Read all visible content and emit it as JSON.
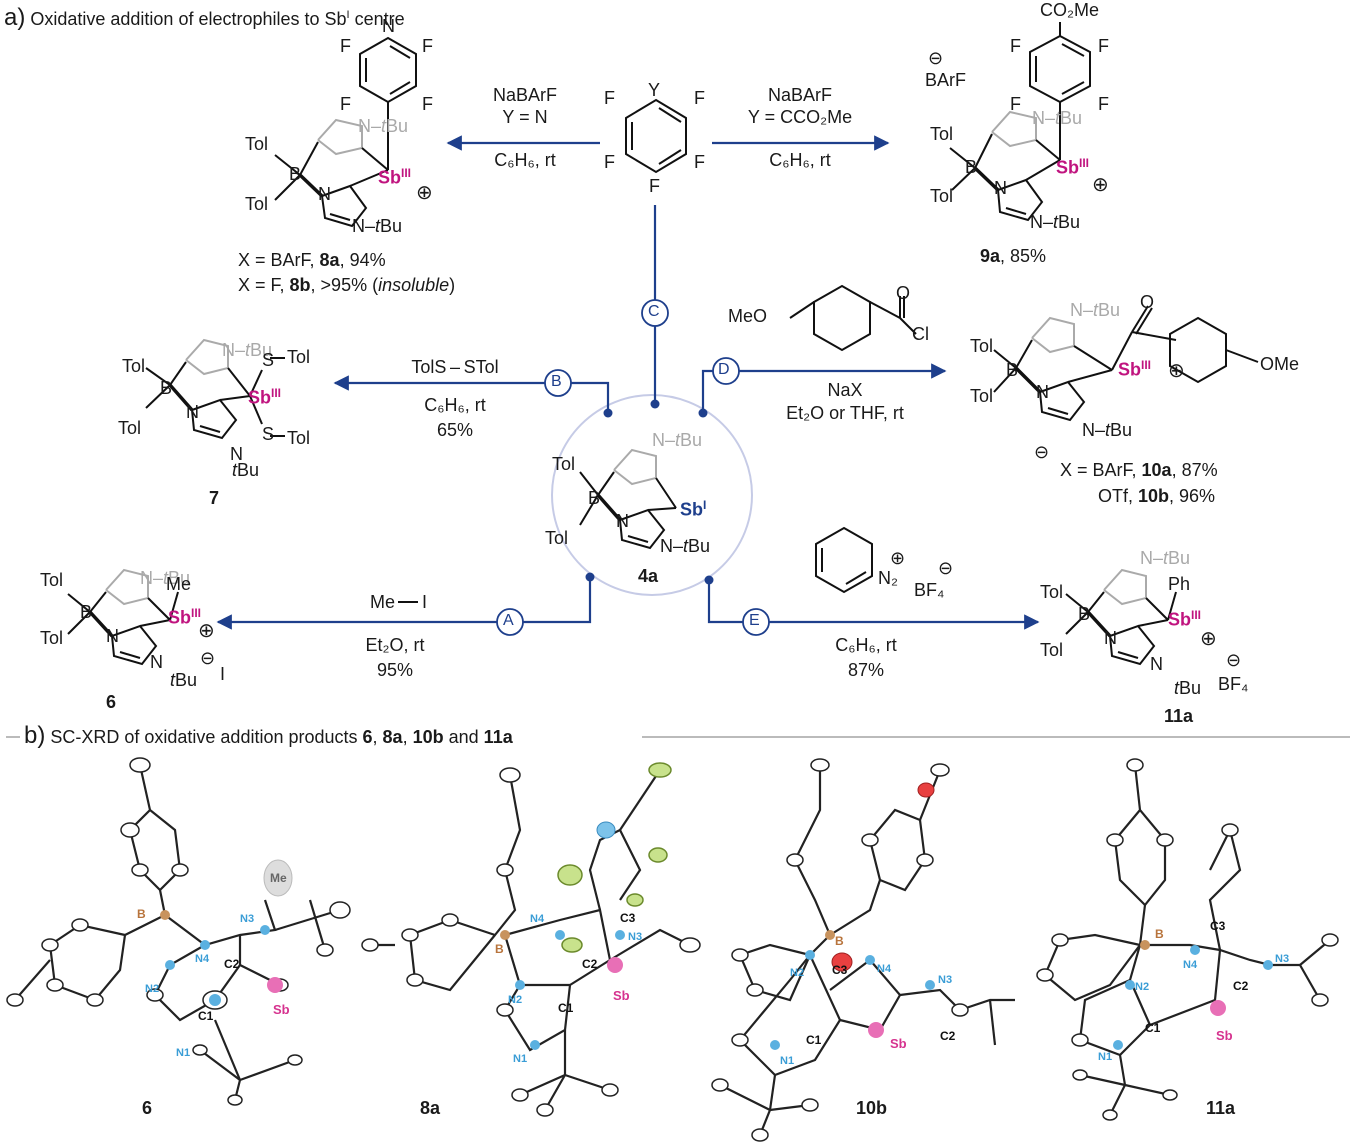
{
  "panel_a": {
    "letter": "a)",
    "title": "Oxidative addition of electrophiles to Sb",
    "title_sup": "I",
    "title_end": " centre"
  },
  "panel_b": {
    "letter": "b)",
    "title_start": "SC-XRD of oxidative addition products ",
    "c6": "6",
    "sep1": ", ",
    "c8a": "8a",
    "sep2": ", ",
    "c10b": "10b",
    "sep3": " and ",
    "c11a": "11a"
  },
  "atoms": {
    "F": "F",
    "Y": "Y",
    "N": "N",
    "B": "B",
    "Tol": "Tol",
    "tBu_t": "t",
    "tBu_rest": "Bu",
    "Sb": "Sb",
    "III": "III",
    "I": "I",
    "plus": "⊕",
    "minus": "⊖",
    "Me": "Me",
    "Ph": "Ph",
    "S": "S",
    "BArF": "BArF",
    "CO2Me": "CO₂Me",
    "MeO": "MeO",
    "OMe": "OMe",
    "O": "O",
    "Cl": "Cl",
    "C": "C",
    "BF4": "BF₄",
    "N2plus": "N₂",
    "I_minus": "I"
  },
  "center": {
    "label": "4a"
  },
  "reactions": {
    "topLeft": {
      "reagent": "NaBArF",
      "cond": "Y = N",
      "solvent": "C₆H₆, rt"
    },
    "topRight": {
      "reagent": "NaBArF",
      "cond": "Y = CCO₂Me",
      "solvent": "C₆H₆, rt"
    },
    "B": {
      "badge": "B",
      "reagent": "TolS – STol",
      "solvent": "C₆H₆, rt",
      "yield": "65%"
    },
    "C": {
      "badge": "C"
    },
    "D": {
      "badge": "D",
      "reagent": "NaX",
      "solvent": "Et₂O or THF,  rt"
    },
    "A": {
      "badge": "A",
      "reagent": "Me—I",
      "solvent": "Et₂O, rt",
      "yield": "95%"
    },
    "E": {
      "badge": "E",
      "solvent": "C₆H₆, rt",
      "yield": "87%"
    }
  },
  "products": {
    "p8": {
      "line1_pre": "X = BArF, ",
      "line1_bold": "8a",
      "line1_post": ", 94%",
      "line2_pre": "X = F, ",
      "line2_bold": "8b",
      "line2_mid": ", >95% (",
      "line2_ital": "insoluble",
      "line2_post": ")"
    },
    "p9": {
      "bold": "9a",
      "post": ", 85%"
    },
    "p7": {
      "bold": "7"
    },
    "p10": {
      "line1_pre": "X = BArF, ",
      "line1_bold": "10a",
      "line1_post": ", 87%",
      "line2_pre": "OTf, ",
      "line2_bold": "10b",
      "line2_post": ", 96%"
    },
    "p6": {
      "bold": "6"
    },
    "p11": {
      "bold": "11a"
    }
  },
  "xrd_labels": [
    "6",
    "8a",
    "10b",
    "11a"
  ],
  "colors": {
    "arrow": "#1e3f8c",
    "sbIII": "#c0147f",
    "sbI": "#1e3f8c",
    "ring": "#b8c0e0",
    "gray": "#a9a9a9"
  }
}
